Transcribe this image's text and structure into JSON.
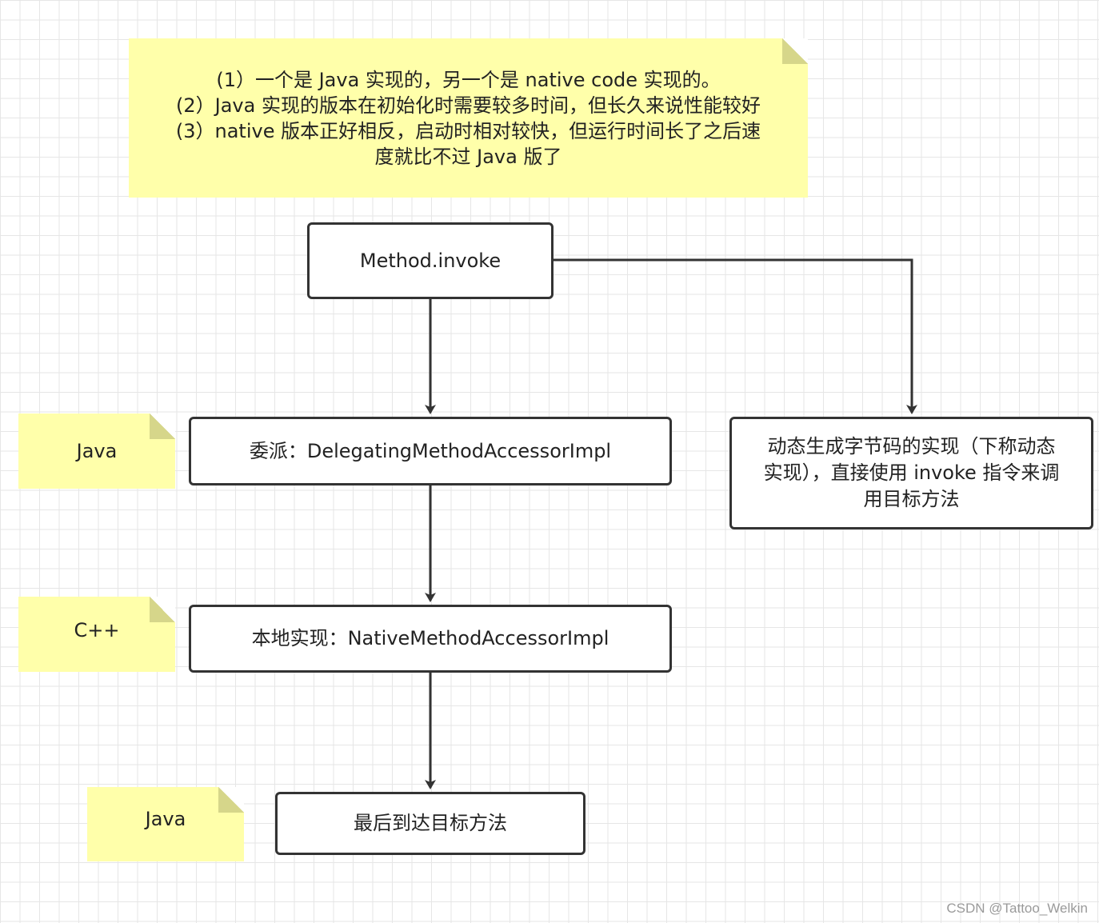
{
  "notes": {
    "top": {
      "line1": "(1）一个是 Java 实现的，另一个是 native code 实现的。",
      "line2": "(2）Java 实现的版本在初始化时需要较多时间，但长久来说性能较好",
      "line3": "(3）native 版本正好相反，启动时相对较快，但运行时间长了之后速",
      "line4": "度就比不过 Java 版了"
    },
    "java_delegating": "Java",
    "cpp_native": "C++",
    "java_target": "Java"
  },
  "boxes": {
    "method_invoke": "Method.invoke",
    "delegating": "委派：DelegatingMethodAccessorImpl",
    "native": "本地实现：NativeMethodAccessorImpl",
    "target": "最后到达目标方法",
    "dynamic": {
      "line1": "动态生成字节码的实现（下称动态",
      "line2": "实现），直接使用 invoke 指令来调",
      "line3": "用目标方法"
    }
  },
  "watermark": "CSDN @Tattoo_Welkin",
  "colors": {
    "note_fill": "#ffffaa",
    "box_stroke": "#333333",
    "edge": "#333333"
  }
}
